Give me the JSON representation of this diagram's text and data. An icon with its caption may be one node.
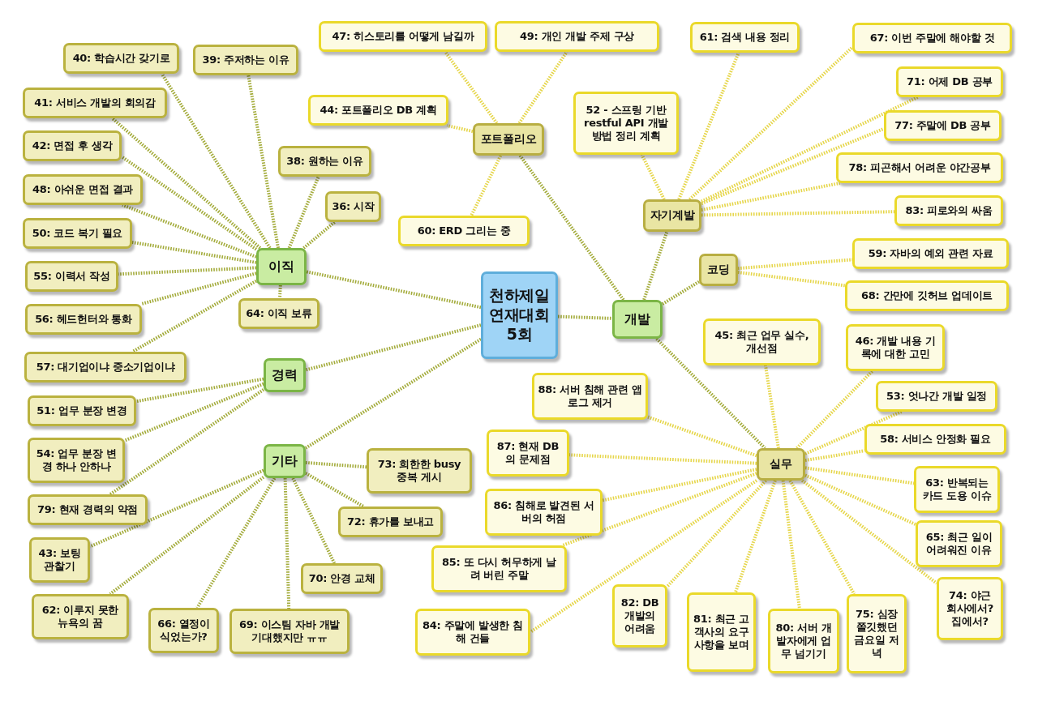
{
  "diagram": {
    "nodes": [
      {
        "text": [
          "천하제일 연재대회 5회"
        ]
      },
      {
        "text": [
          "이직"
        ]
      },
      {
        "text": [
          "40: 학습시간 갖기로"
        ]
      },
      {
        "text": [
          "39: 주저하는 이유"
        ]
      },
      {
        "text": [
          "41: 서비스 개발의 회의감"
        ]
      },
      {
        "text": [
          "42: 면접 후 생각"
        ]
      },
      {
        "text": [
          "48: 아쉬운 면접 결과"
        ]
      },
      {
        "text": [
          "50: 코드 복기 필요"
        ]
      },
      {
        "text": [
          "55: 이력서 작성"
        ]
      },
      {
        "text": [
          "56: 헤드헌터와 통화"
        ]
      },
      {
        "text": [
          "57: 대기업이냐 중소기업이냐"
        ]
      },
      {
        "text": [
          "38: 원하는 이유"
        ]
      },
      {
        "text": [
          "36: 시작"
        ]
      },
      {
        "text": [
          "64: 이직 보류"
        ]
      },
      {
        "text": [
          "경력"
        ]
      },
      {
        "text": [
          "51: 업무 분장 변경"
        ]
      },
      {
        "text": [
          "54: 업무 분장 변경 하나 안하나"
        ]
      },
      {
        "text": [
          "79: 현재 경력의 약점"
        ]
      },
      {
        "text": [
          "기타"
        ]
      },
      {
        "text": [
          "73: 희한한 busy 중복 게시"
        ]
      },
      {
        "text": [
          "72: 휴가를 보내고"
        ]
      },
      {
        "text": [
          "43: 보팅 관찰기"
        ]
      },
      {
        "text": [
          "70: 안경 교체"
        ]
      },
      {
        "text": [
          "62: 이루지 못한 뉴욕의 꿈"
        ]
      },
      {
        "text": [
          "66: 열정이 식었는가?"
        ]
      },
      {
        "text": [
          "69: 이스팀 자바 개발 기대했지만 ㅠㅠ"
        ]
      },
      {
        "text": [
          "개발"
        ]
      },
      {
        "text": [
          "포트폴리오"
        ]
      },
      {
        "text": [
          "47: 히스토리를 어떻게 남길까"
        ]
      },
      {
        "text": [
          "49: 개인 개발 주제 구상"
        ]
      },
      {
        "text": [
          "44: 포트폴리오 DB 계획"
        ]
      },
      {
        "text": [
          "60: ERD 그리는 중"
        ]
      },
      {
        "text": [
          "자기계발"
        ]
      },
      {
        "text": [
          "52 - 스프링 기반 restful API 개발 방법 정리 계획"
        ]
      },
      {
        "text": [
          "61: 검색 내용 정리"
        ]
      },
      {
        "text": [
          "67: 이번 주말에 해야할 것"
        ]
      },
      {
        "text": [
          "71: 어제 DB 공부"
        ]
      },
      {
        "text": [
          "77: 주말에 DB 공부"
        ]
      },
      {
        "text": [
          "78: 피곤해서 어려운 야간공부"
        ]
      },
      {
        "text": [
          "83: 피로와의 싸움"
        ]
      },
      {
        "text": [
          "코딩"
        ]
      },
      {
        "text": [
          "59: 자바의 예외 관련 자료"
        ]
      },
      {
        "text": [
          "68: 간만에 깃허브 업데이트"
        ]
      },
      {
        "text": [
          "실무"
        ]
      },
      {
        "text": [
          "45: 최근 업무 실수, 개선점"
        ]
      },
      {
        "text": [
          "46: 개발 내용 기록에 대한 고민"
        ]
      },
      {
        "text": [
          "53: 엇나간 개발 일정"
        ]
      },
      {
        "text": [
          "58: 서비스 안정화 필요"
        ]
      },
      {
        "text": [
          "63: 반복되는 카드 도용 이슈"
        ]
      },
      {
        "text": [
          "65: 최근 일이 어려워진 이유"
        ]
      },
      {
        "text": [
          "74: 야근 회사에서? 집에서?"
        ]
      },
      {
        "text": [
          "75: 심장 쫄깃했던 금요일 저녁"
        ]
      },
      {
        "text": [
          "80: 서버 개발자에게 업무 넘기기"
        ]
      },
      {
        "text": [
          "81: 최근 고객사의 요구사항을 보며"
        ]
      },
      {
        "text": [
          "82: DB 개발의 어려움"
        ]
      },
      {
        "text": [
          "84: 주말에 발생한 침해 건들"
        ]
      },
      {
        "text": [
          "85: 또 다시 허무하게 날려 버린 주말"
        ]
      },
      {
        "text": [
          "86: 침해로 발견된 서버의 허점"
        ]
      },
      {
        "text": [
          "87: 현재 DB의 문제점"
        ]
      },
      {
        "text": [
          "88: 서버 침해 관련 앱 로그 제거"
        ]
      }
    ],
    "edges": [
      {
        "from": 0,
        "to": 1,
        "arrow": "none"
      },
      {
        "from": 0,
        "to": 14,
        "arrow": "none"
      },
      {
        "from": 0,
        "to": 18,
        "arrow": "none"
      },
      {
        "from": 0,
        "to": 26,
        "arrow": "none"
      },
      {
        "from": 1,
        "to": 2,
        "arrow": "none"
      },
      {
        "from": 1,
        "to": 3,
        "arrow": "none"
      },
      {
        "from": 1,
        "to": 4,
        "arrow": "none"
      },
      {
        "from": 1,
        "to": 5,
        "arrow": "none"
      },
      {
        "from": 1,
        "to": 6,
        "arrow": "none"
      },
      {
        "from": 1,
        "to": 7,
        "arrow": "none"
      },
      {
        "from": 1,
        "to": 8,
        "arrow": "none"
      },
      {
        "from": 1,
        "to": 9,
        "arrow": "none"
      },
      {
        "from": 1,
        "to": 10,
        "arrow": "none"
      },
      {
        "from": 1,
        "to": 11,
        "arrow": "none"
      },
      {
        "from": 1,
        "to": 12,
        "arrow": "none"
      },
      {
        "from": 1,
        "to": 13,
        "arrow": "none"
      },
      {
        "from": 14,
        "to": 15,
        "arrow": "none"
      },
      {
        "from": 14,
        "to": 16,
        "arrow": "none"
      },
      {
        "from": 14,
        "to": 17,
        "arrow": "none"
      },
      {
        "from": 18,
        "to": 19,
        "arrow": "none"
      },
      {
        "from": 18,
        "to": 20,
        "arrow": "none"
      },
      {
        "from": 18,
        "to": 21,
        "arrow": "none"
      },
      {
        "from": 18,
        "to": 22,
        "arrow": "none"
      },
      {
        "from": 18,
        "to": 23,
        "arrow": "none"
      },
      {
        "from": 18,
        "to": 24,
        "arrow": "none"
      },
      {
        "from": 18,
        "to": 25,
        "arrow": "none"
      },
      {
        "from": 26,
        "to": 27,
        "arrow": "none"
      },
      {
        "from": 26,
        "to": 32,
        "arrow": "none"
      },
      {
        "from": 26,
        "to": 40,
        "arrow": "none"
      },
      {
        "from": 26,
        "to": 43,
        "arrow": "none"
      },
      {
        "from": 27,
        "to": 28,
        "arrow": "none",
        "color": "#e6d64a"
      },
      {
        "from": 27,
        "to": 29,
        "arrow": "none",
        "color": "#e6d64a"
      },
      {
        "from": 27,
        "to": 30,
        "arrow": "none",
        "color": "#e6d64a"
      },
      {
        "from": 27,
        "to": 31,
        "arrow": "none",
        "color": "#e6d64a"
      },
      {
        "from": 32,
        "to": 33,
        "arrow": "none",
        "color": "#e6d64a"
      },
      {
        "from": 32,
        "to": 34,
        "arrow": "none",
        "color": "#e6d64a"
      },
      {
        "from": 32,
        "to": 35,
        "arrow": "none",
        "color": "#e6d64a"
      },
      {
        "from": 32,
        "to": 36,
        "arrow": "none",
        "color": "#e6d64a"
      },
      {
        "from": 32,
        "to": 37,
        "arrow": "none",
        "color": "#e6d64a"
      },
      {
        "from": 32,
        "to": 38,
        "arrow": "none",
        "color": "#e6d64a"
      },
      {
        "from": 32,
        "to": 39,
        "arrow": "none",
        "color": "#e6d64a"
      },
      {
        "from": 40,
        "to": 41,
        "arrow": "none",
        "color": "#e6d64a"
      },
      {
        "from": 40,
        "to": 42,
        "arrow": "none",
        "color": "#e6d64a"
      },
      {
        "from": 43,
        "to": 44,
        "arrow": "none",
        "color": "#e6d64a"
      },
      {
        "from": 43,
        "to": 45,
        "arrow": "none",
        "color": "#e6d64a"
      },
      {
        "from": 43,
        "to": 46,
        "arrow": "none",
        "color": "#e6d64a"
      },
      {
        "from": 43,
        "to": 47,
        "arrow": "none",
        "color": "#e6d64a"
      },
      {
        "from": 43,
        "to": 48,
        "arrow": "none",
        "color": "#e6d64a"
      },
      {
        "from": 43,
        "to": 49,
        "arrow": "none",
        "color": "#e6d64a"
      },
      {
        "from": 43,
        "to": 50,
        "arrow": "none",
        "color": "#e6d64a"
      },
      {
        "from": 43,
        "to": 51,
        "arrow": "none",
        "color": "#e6d64a"
      },
      {
        "from": 43,
        "to": 52,
        "arrow": "none",
        "color": "#e6d64a"
      },
      {
        "from": 43,
        "to": 53,
        "arrow": "none",
        "color": "#e6d64a"
      },
      {
        "from": 43,
        "to": 54,
        "arrow": "none",
        "color": "#e6d64a"
      },
      {
        "from": 43,
        "to": 55,
        "arrow": "none",
        "color": "#e6d64a"
      },
      {
        "from": 43,
        "to": 56,
        "arrow": "none",
        "color": "#e6d64a"
      },
      {
        "from": 43,
        "to": 57,
        "arrow": "none",
        "color": "#e6d64a"
      },
      {
        "from": 43,
        "to": 58,
        "arrow": "none",
        "color": "#e6d64a"
      },
      {
        "from": 43,
        "to": 59,
        "arrow": "none",
        "color": "#e6d64a"
      }
    ]
  }
}
